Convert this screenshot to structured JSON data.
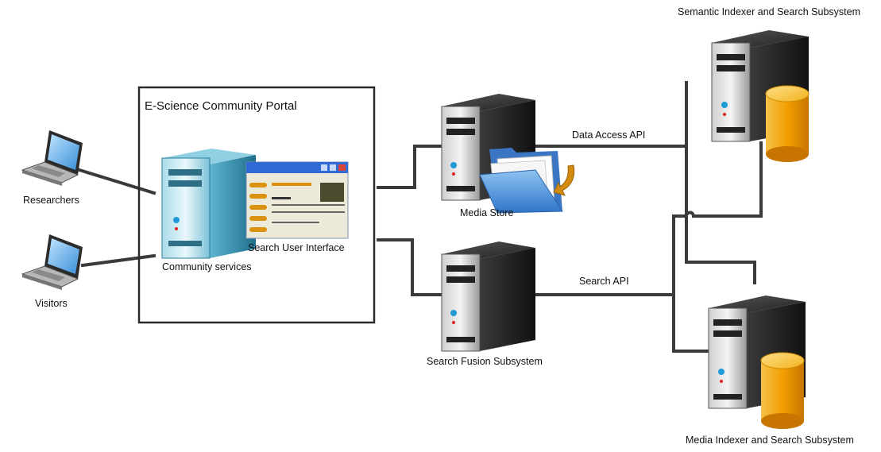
{
  "portal": {
    "title": "E-Science Community Portal"
  },
  "clients": {
    "researchers": {
      "label": "Researchers"
    },
    "visitors": {
      "label": "Visitors"
    }
  },
  "nodes": {
    "community_services": {
      "label": "Community services"
    },
    "search_ui": {
      "label": "Search User Interface"
    },
    "media_store": {
      "label": "Media Store"
    },
    "search_fusion": {
      "label": "Search Fusion Subsystem"
    },
    "semantic_indexer": {
      "label": "Semantic Indexer and Search Subsystem"
    },
    "media_indexer": {
      "label": "Media Indexer and Search Subsystem"
    }
  },
  "edges": {
    "data_access_api": {
      "label": "Data Access API"
    },
    "search_api": {
      "label": "Search API"
    }
  },
  "colors": {
    "line": "#3a3a3a",
    "server_dark": "#1e1e1e",
    "server_teal": "#2f8aa8",
    "db_gold": "#f0a500",
    "window_blue": "#2f6ad6",
    "window_bar": "#d9920f",
    "folder_blue": "#4f8fd8",
    "folder_arrow": "#d28a10"
  },
  "icons": [
    "laptop-icon",
    "server-icon",
    "database-icon",
    "window-icon",
    "folder-icon",
    "arrow-icon"
  ]
}
